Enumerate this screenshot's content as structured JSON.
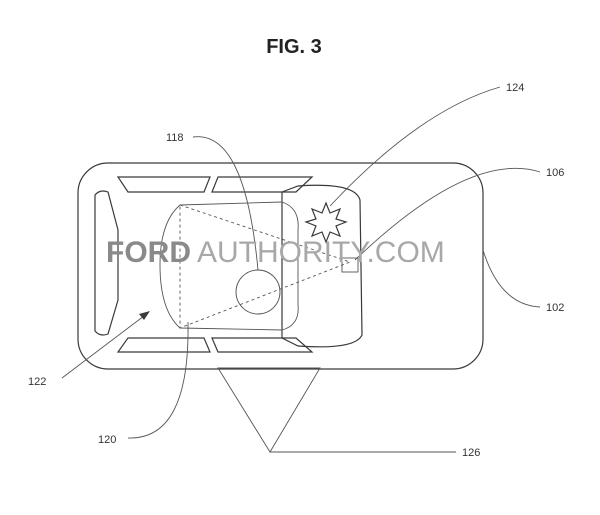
{
  "figure": {
    "title": "FIG. 3",
    "labels": {
      "r124": "124",
      "r118": "118",
      "r106": "106",
      "r102": "102",
      "r122": "122",
      "r120": "120",
      "r126": "126"
    }
  },
  "watermark": {
    "brand": "FORD",
    "rest": "AUTHORITY.COM"
  }
}
